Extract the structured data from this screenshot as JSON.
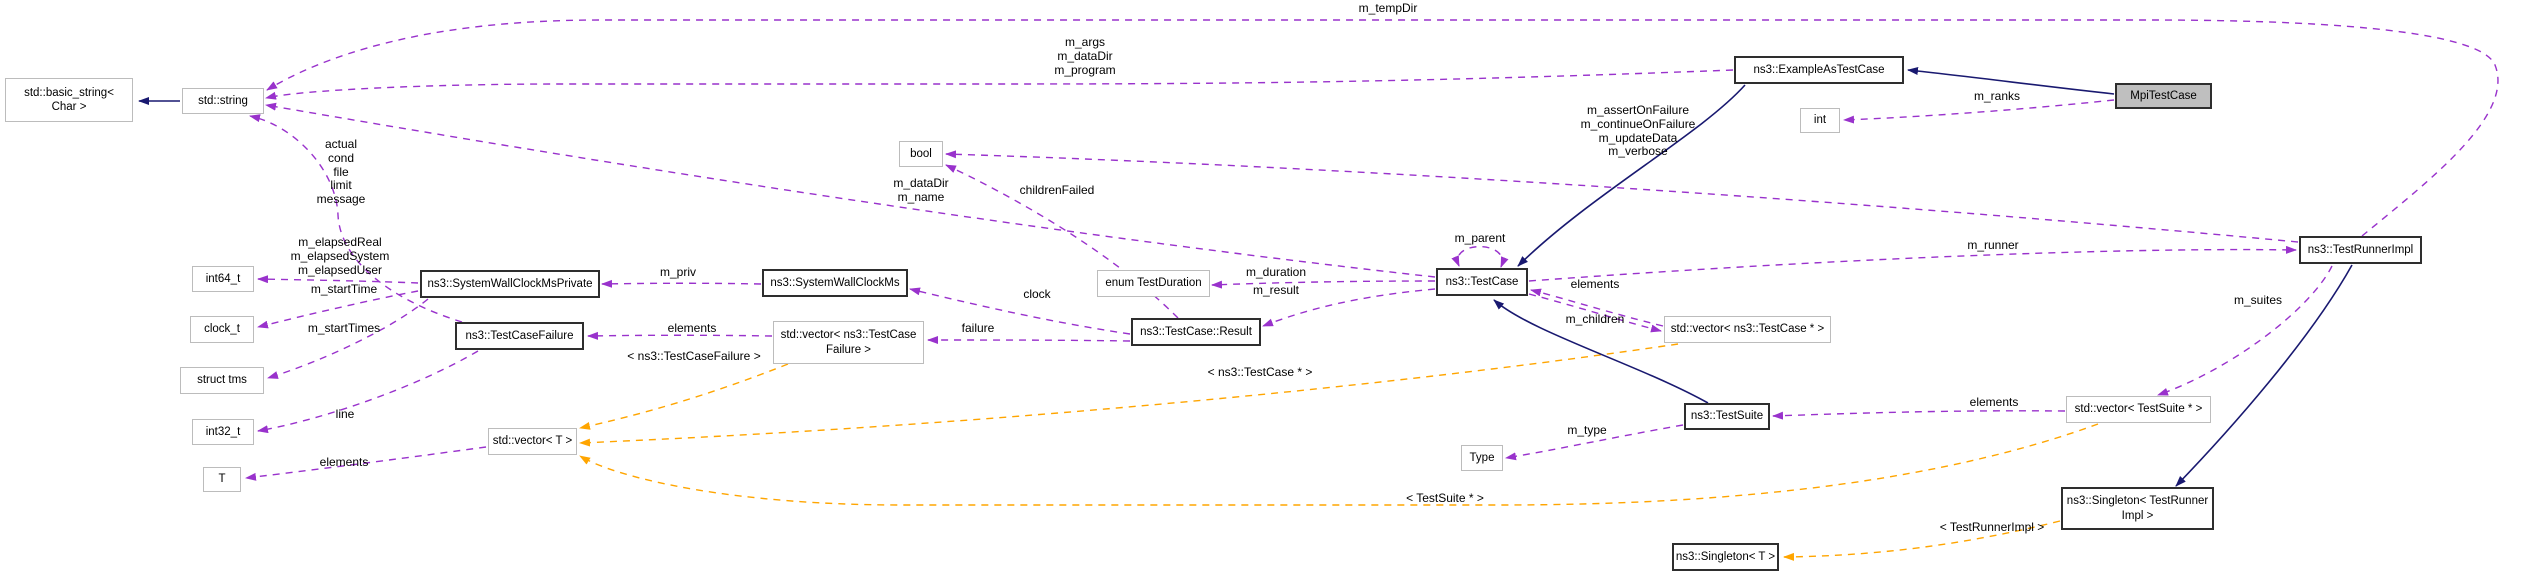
{
  "colors": {
    "member_edge": "#9932cc",
    "template_edge": "#ffa500",
    "inheritance_edge": "#191970",
    "class_border": "#2e2e2e",
    "external_border": "#bcbcbc",
    "highlight_fill": "#bfbfbf",
    "background": "#ffffff"
  },
  "nodes": {
    "basic_string": {
      "label": "std::basic_string<\nChar >"
    },
    "string": {
      "label": "std::string"
    },
    "int64_t": {
      "label": "int64_t"
    },
    "clock_t": {
      "label": "clock_t"
    },
    "struct_tms": {
      "label": "struct tms"
    },
    "int32_t": {
      "label": "int32_t"
    },
    "t": {
      "label": "T"
    },
    "system_wall_clock_ms_private": {
      "label": "ns3::SystemWallClockMsPrivate"
    },
    "test_case_failure": {
      "label": "ns3::TestCaseFailure"
    },
    "vector_t": {
      "label": "std::vector< T >"
    },
    "system_wall_clock_ms": {
      "label": "ns3::SystemWallClockMs"
    },
    "vector_test_case_failure": {
      "label": "std::vector< ns3::TestCase\nFailure >"
    },
    "bool": {
      "label": "bool"
    },
    "enum_test_duration": {
      "label": "enum TestDuration"
    },
    "test_case_result": {
      "label": "ns3::TestCase::Result"
    },
    "test_case": {
      "label": "ns3::TestCase"
    },
    "vector_test_case_ptr": {
      "label": "std::vector< ns3::TestCase * >"
    },
    "example_as_test_case": {
      "label": "ns3::ExampleAsTestCase"
    },
    "int": {
      "label": "int"
    },
    "mpi_test_case": {
      "label": "MpiTestCase"
    },
    "test_runner_impl": {
      "label": "ns3::TestRunnerImpl"
    },
    "test_suite": {
      "label": "ns3::TestSuite"
    },
    "type": {
      "label": "Type"
    },
    "vector_test_suite_ptr": {
      "label": "std::vector< TestSuite * >"
    },
    "singleton_test_runner_impl": {
      "label": "ns3::Singleton< TestRunner\nImpl >"
    },
    "singleton_t": {
      "label": "ns3::Singleton< T >"
    }
  },
  "edge_labels": {
    "m_tempDir": "m_tempDir",
    "example_strings": "m_args\nm_dataDir\nm_program",
    "m_ranks": "m_ranks",
    "runner_bools": "m_assertOnFailure\nm_continueOnFailure\nm_updateData\nm_verbose",
    "failure_strings": "actual\ncond\nfile\nlimit\nmessage",
    "case_strings": "m_dataDir\nm_name",
    "childrenFailed": "childrenFailed",
    "m_parent": "m_parent",
    "m_runner": "m_runner",
    "elapsed": "m_elapsedReal\nm_elapsedSystem\nm_elapsedUser",
    "m_startTime": "m_startTime",
    "m_startTimes": "m_startTimes",
    "m_priv": "m_priv",
    "clock": "clock",
    "m_duration": "m_duration",
    "m_result": "m_result",
    "m_suites": "m_suites",
    "m_children": "m_children",
    "m_type": "m_type",
    "failure": "failure",
    "line": "line",
    "elements_test_case": "elements",
    "elements_failure": "elements",
    "elements_suite": "elements",
    "elements_t": "elements",
    "tmpl_test_case_failure": "< ns3::TestCaseFailure >",
    "tmpl_test_case_ptr": "< ns3::TestCase * >",
    "tmpl_test_suite_ptr": "< TestSuite * >",
    "tmpl_test_runner_impl": "< TestRunnerImpl >"
  }
}
